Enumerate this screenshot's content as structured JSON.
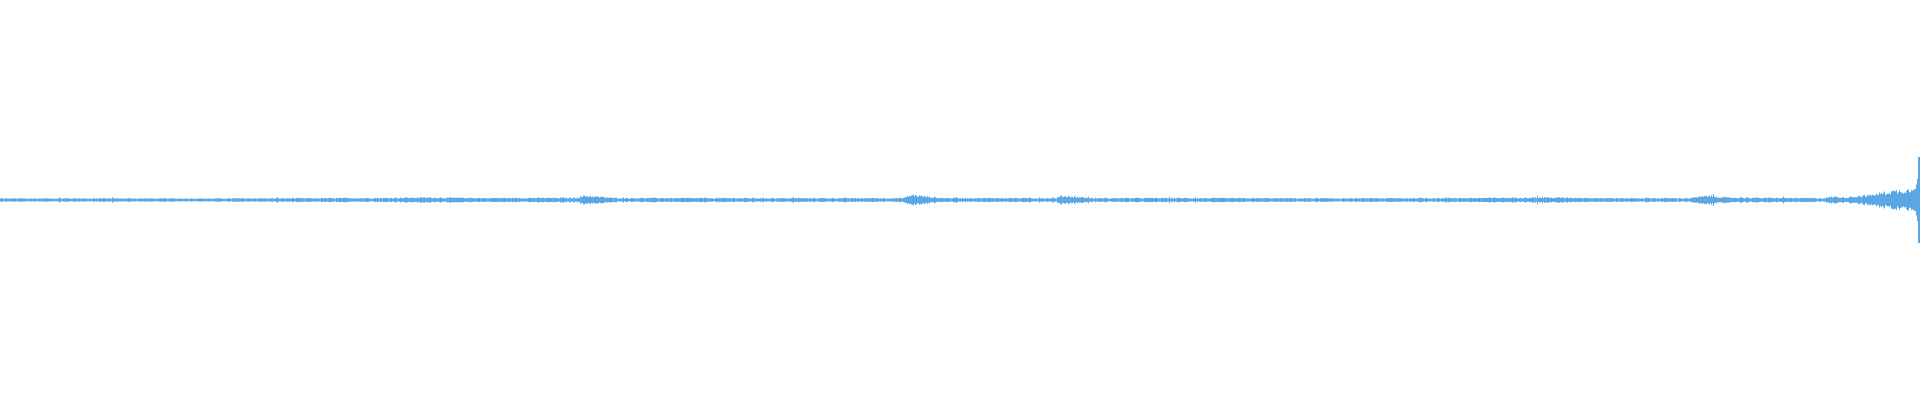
{
  "waveform": {
    "color": "#5aa7e4",
    "background": "#ffffff",
    "description": "",
    "envelope": [
      [
        0.0,
        0.018
      ],
      [
        0.05,
        0.02
      ],
      [
        0.1,
        0.018
      ],
      [
        0.14,
        0.02
      ],
      [
        0.2,
        0.024
      ],
      [
        0.22,
        0.03
      ],
      [
        0.25,
        0.024
      ],
      [
        0.3,
        0.026
      ],
      [
        0.305,
        0.05
      ],
      [
        0.32,
        0.024
      ],
      [
        0.4,
        0.022
      ],
      [
        0.47,
        0.022
      ],
      [
        0.475,
        0.06
      ],
      [
        0.49,
        0.024
      ],
      [
        0.55,
        0.022
      ],
      [
        0.553,
        0.05
      ],
      [
        0.57,
        0.022
      ],
      [
        0.6,
        0.024
      ],
      [
        0.65,
        0.022
      ],
      [
        0.7,
        0.02
      ],
      [
        0.77,
        0.024
      ],
      [
        0.8,
        0.03
      ],
      [
        0.82,
        0.028
      ],
      [
        0.84,
        0.022
      ],
      [
        0.88,
        0.022
      ],
      [
        0.89,
        0.05
      ],
      [
        0.9,
        0.028
      ],
      [
        0.95,
        0.022
      ],
      [
        0.955,
        0.04
      ],
      [
        0.96,
        0.03
      ],
      [
        0.975,
        0.06
      ],
      [
        0.985,
        0.1
      ],
      [
        0.995,
        0.12
      ],
      [
        0.999,
        0.22
      ],
      [
        1.0,
        0.22
      ]
    ]
  }
}
